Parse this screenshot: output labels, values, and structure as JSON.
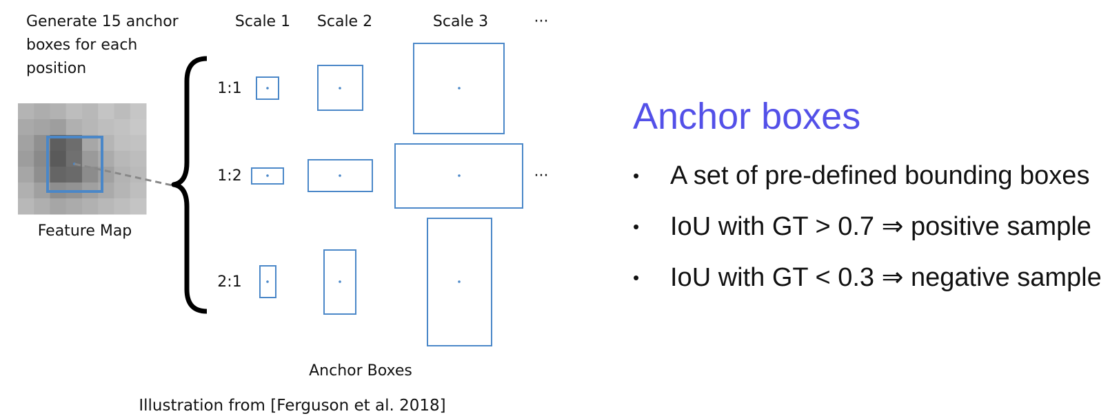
{
  "figure": {
    "caption_generate": [
      "Generate 15 anchor",
      "boxes for each",
      "position"
    ],
    "feature_map_label": "Feature Map",
    "scale_labels": [
      "Scale 1",
      "Scale 2",
      "Scale 3"
    ],
    "more_scales": "···",
    "more_ratios": "···",
    "ratio_labels": [
      "1:1",
      "1:2",
      "2:1"
    ],
    "anchor_boxes_label": "Anchor Boxes",
    "colors": {
      "box": "#4a87c8",
      "center_dot": "#4a87c8",
      "brace": "#000000",
      "dashed_line": "#888888"
    },
    "feature_map_cells": [
      [
        "#b4b4b4",
        "#adadad",
        "#b2b2b2",
        "#bdbdbd",
        "#b8b8b8",
        "#c4c4c4",
        "#bcbcbc",
        "#c6c6c6"
      ],
      [
        "#a9a9a9",
        "#a4a4a4",
        "#9e9e9e",
        "#b0b0b0",
        "#b7b7b7",
        "#bebebe",
        "#c2c2c2",
        "#c8c8c8"
      ],
      [
        "#a2a2a2",
        "#909090",
        "#5e5e5e",
        "#6d6d6d",
        "#a7a7a7",
        "#b5b5b5",
        "#c0c0c0",
        "#c2c2c2"
      ],
      [
        "#9d9d9d",
        "#8a8a8a",
        "#5a5a5a",
        "#707070",
        "#9a9a9a",
        "#ababab",
        "#b8b8b8",
        "#bdbdbd"
      ],
      [
        "#a6a6a6",
        "#8f8f8f",
        "#656565",
        "#6a6a6a",
        "#8c8c8c",
        "#a1a1a1",
        "#b3b3b3",
        "#bababa"
      ],
      [
        "#b0b0b0",
        "#a0a0a0",
        "#8e8e8e",
        "#939393",
        "#a0a0a0",
        "#aaaaaa",
        "#b5b5b5",
        "#bebebe"
      ],
      [
        "#b8b8b8",
        "#afafaf",
        "#a6a6a6",
        "#ababab",
        "#b1b1b1",
        "#b8b8b8",
        "#bebebe",
        "#c4c4c4"
      ]
    ]
  },
  "credit": "Illustration from [Ferguson et al. 2018]",
  "slide": {
    "title": "Anchor boxes",
    "title_color": "#5350e8",
    "bullet_symbol": "•",
    "bullets": [
      "A set of pre-defined bounding boxes",
      "IoU with GT > 0.7 ⇒ positive sample",
      "IoU with GT < 0.3 ⇒ negative sample"
    ]
  }
}
